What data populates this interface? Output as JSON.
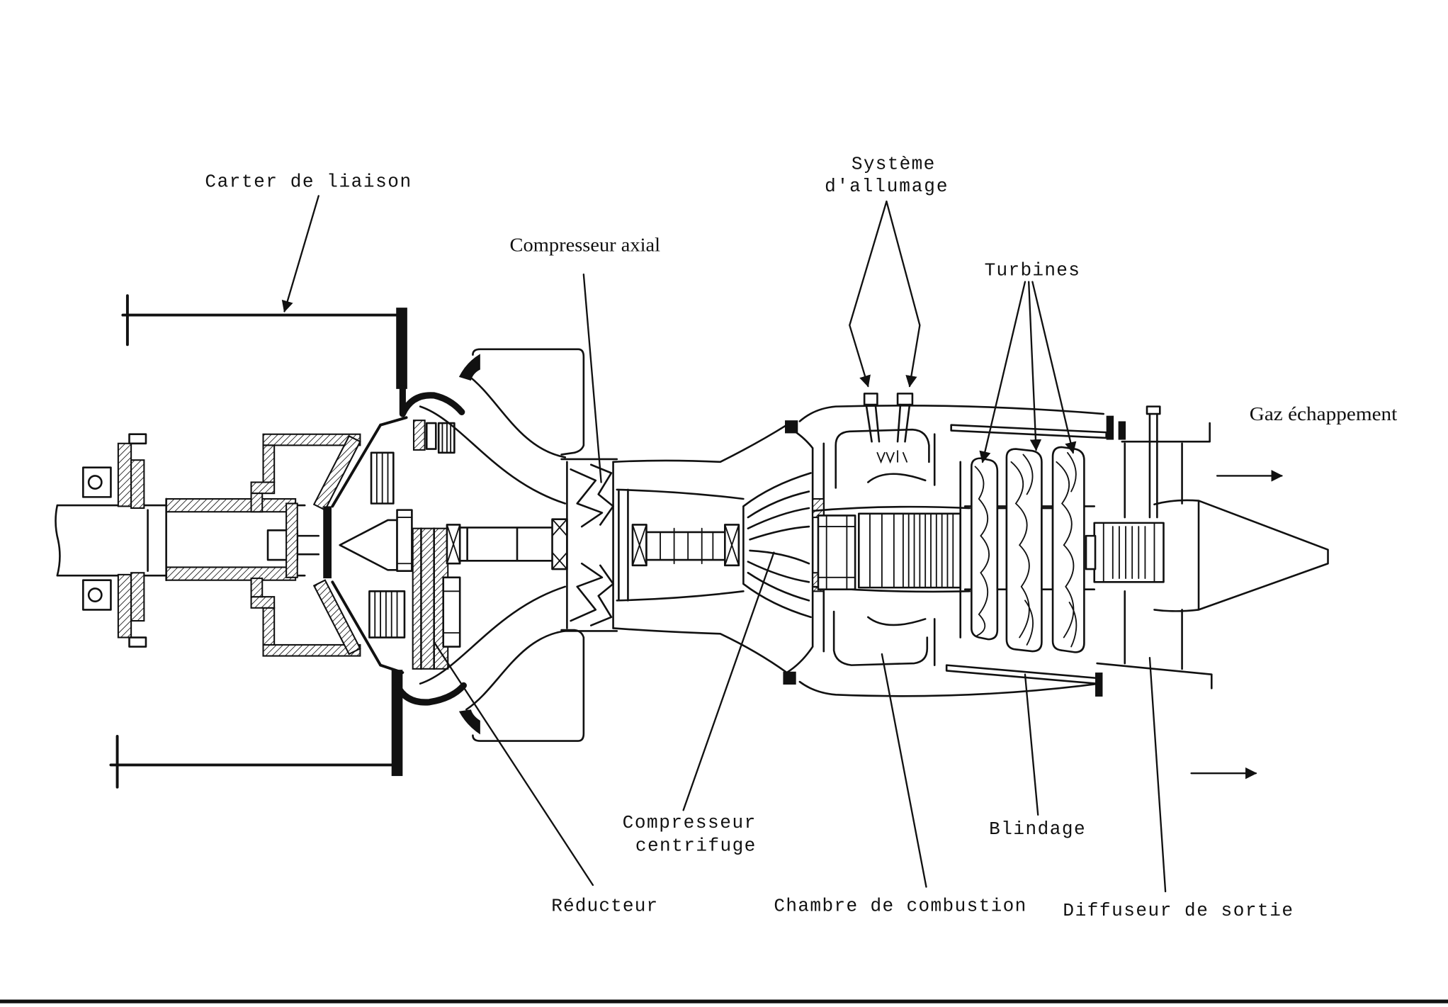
{
  "labels": {
    "carter_de_liaison": "Carter de liaison",
    "compresseur_axial": "Compresseur axial",
    "systeme_allumage": [
      "Système",
      "d'allumage"
    ],
    "turbines": "Turbines",
    "gaz_echappement": "Gaz échappement",
    "compresseur_centrifuge": [
      "Compresseur",
      "centrifuge"
    ],
    "reducteur": "Réducteur",
    "chambre_de_combustion": "Chambre de combustion",
    "blindage": "Blindage",
    "diffuseur_de_sortie": "Diffuseur de sortie"
  },
  "colors": {
    "ink": "#111111",
    "paper": "#ffffff"
  }
}
